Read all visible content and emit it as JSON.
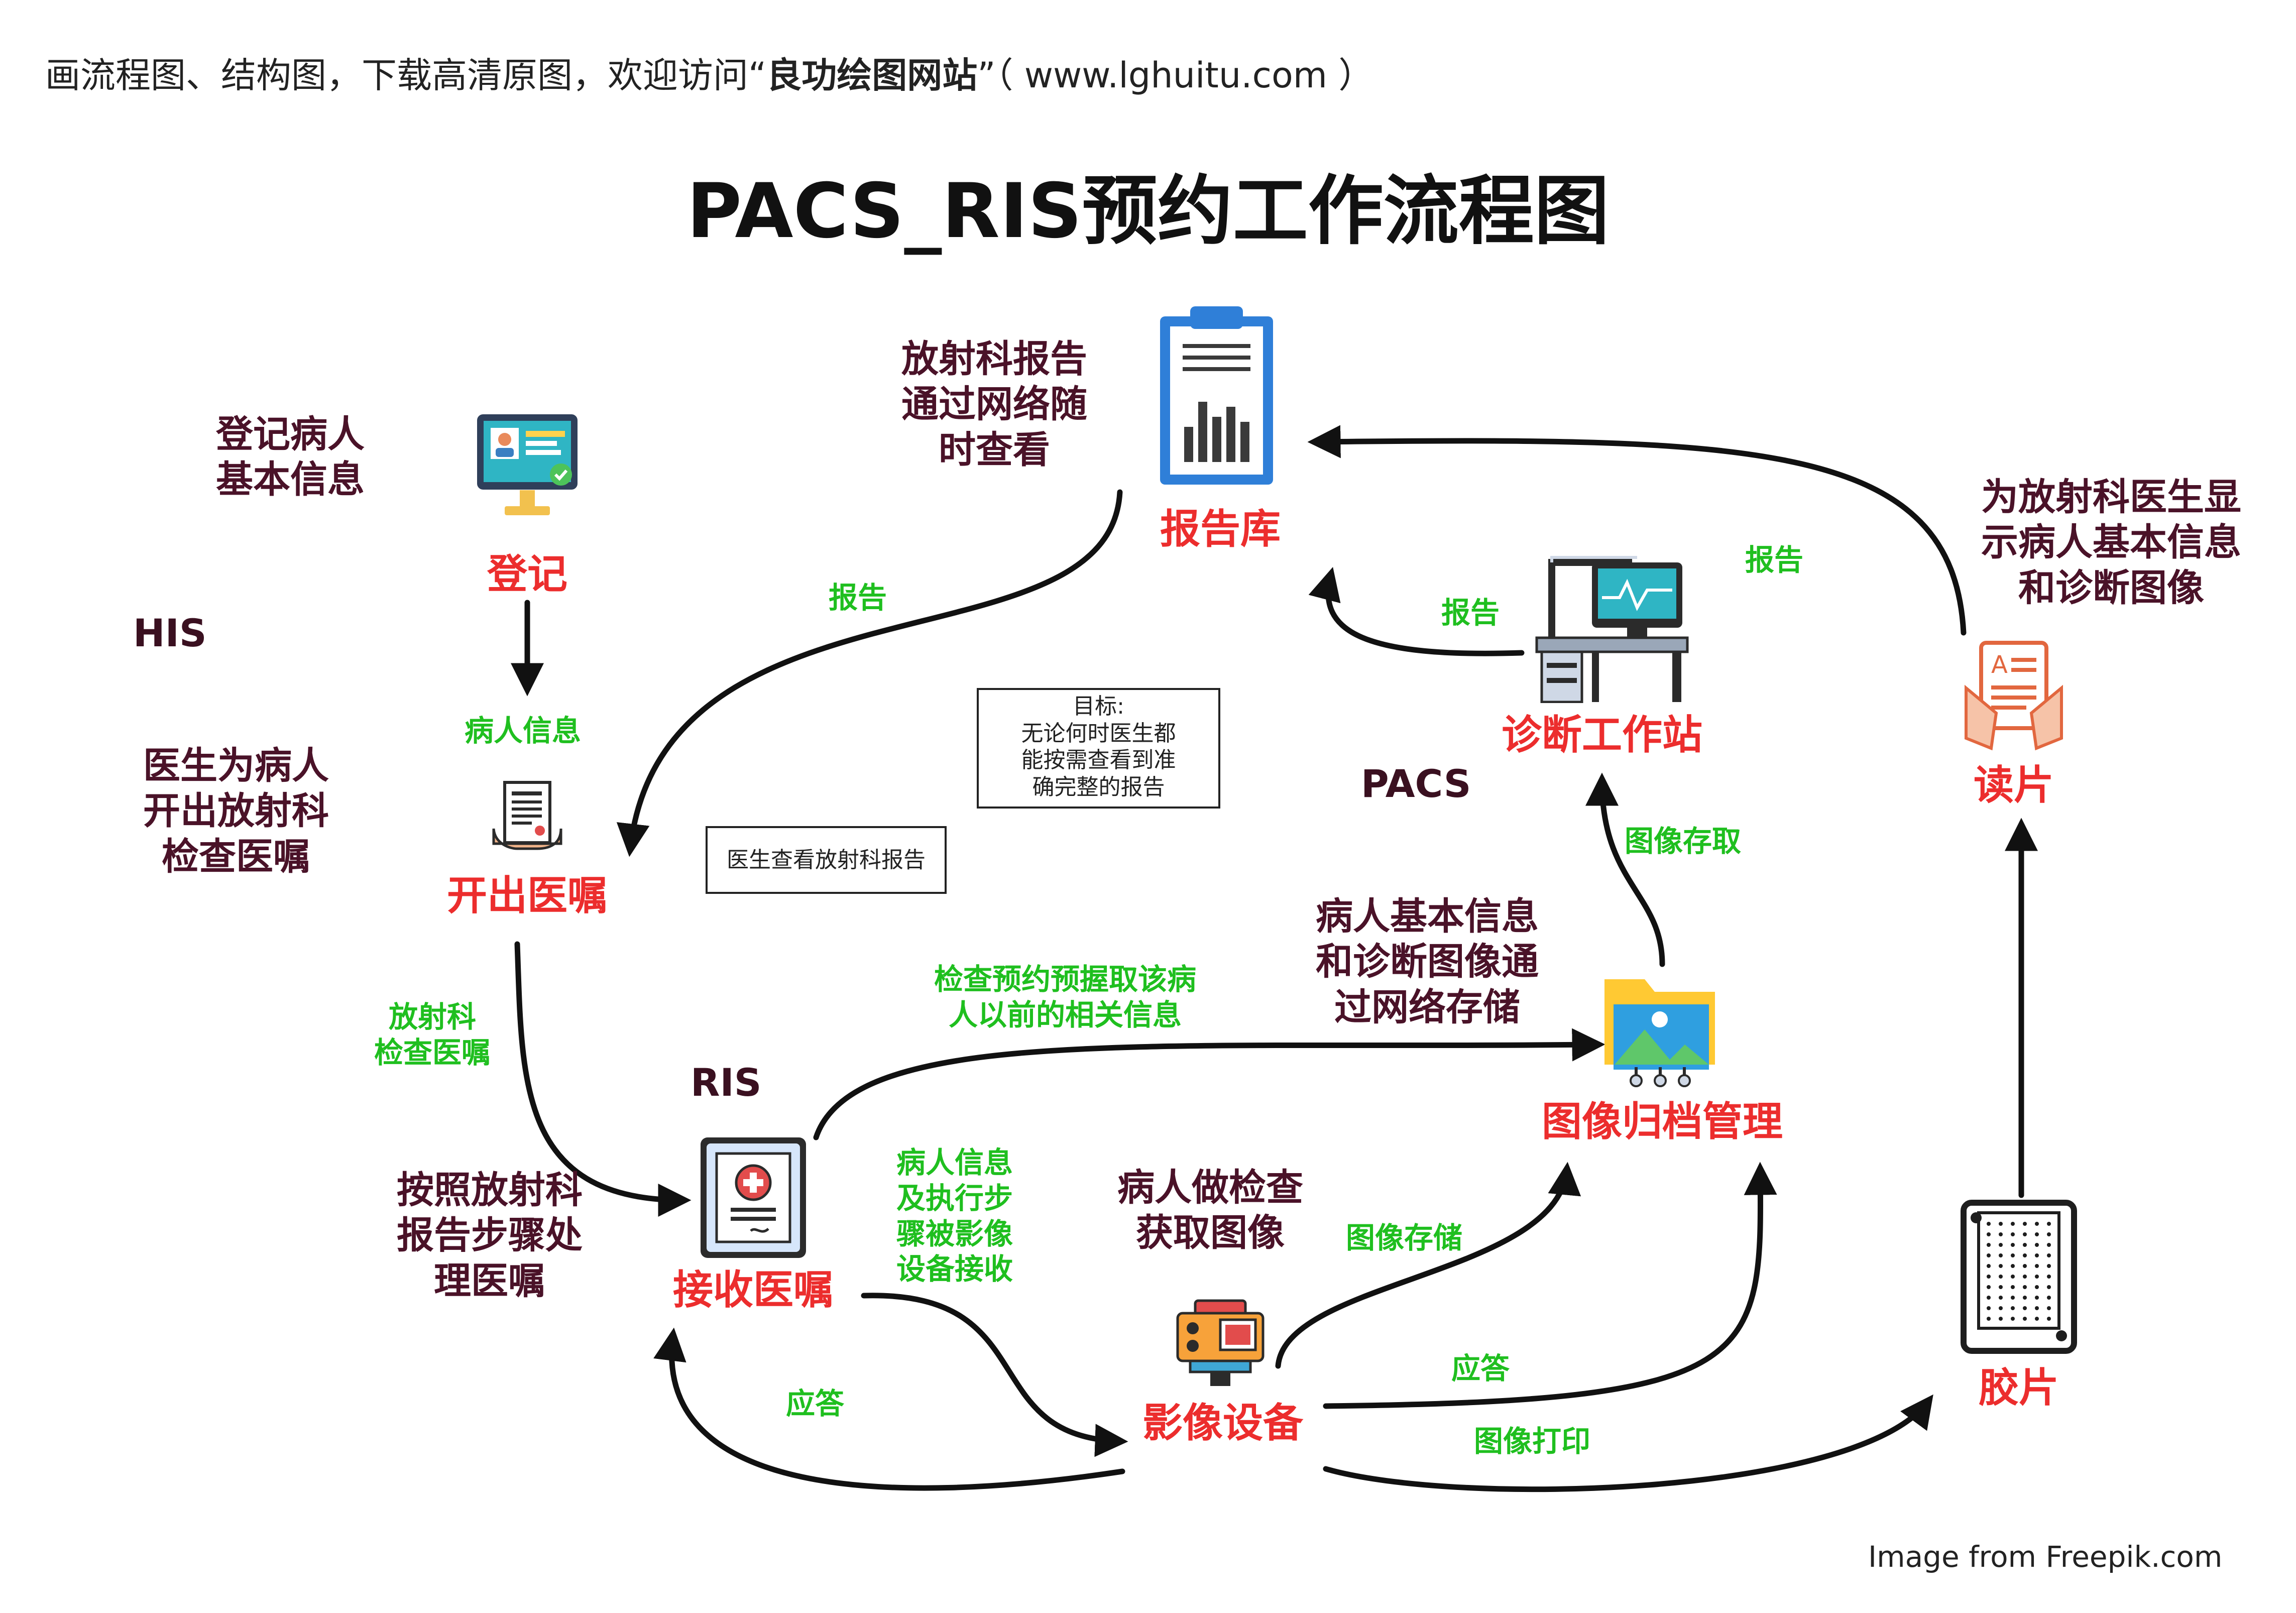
{
  "header": {
    "prefix": "画流程图、结构图，下载高清原图，欢迎访问“",
    "site_name": "良功绘图网站",
    "suffix": "”（ www.lghuitu.com ）"
  },
  "title": "PACS_RIS预约工作流程图",
  "systems": {
    "his": "HIS",
    "ris": "RIS",
    "pacs": "PACS"
  },
  "nodes": {
    "register": "登记",
    "open_order": "开出医嘱",
    "receive_order": "接收医嘱",
    "imaging_device": "影像设备",
    "image_archive": "图像归档管理",
    "workstation": "诊断工作站",
    "report_db": "报告库",
    "reading": "读片",
    "film": "胶片"
  },
  "descriptions": {
    "register_desc": "登记病人\n基本信息",
    "doctor_order_desc": "医生为病人\n开出放射科\n检查医嘱",
    "process_desc": "按照放射科\n报告步骤处\n理医嘱",
    "exam_desc": "病人做检查\n获取图像",
    "storage_desc": "病人基本信息\n和诊断图像通\n过网络存储",
    "report_view_desc": "放射科报告\n通过网络随\n时查看",
    "display_desc": "为放射科医生显\n示病人基本信息\n和诊断图像"
  },
  "edge_labels": {
    "patient_info": "病人信息",
    "radiology_order": "放射科\n检查医嘱",
    "report_to_order": "报告",
    "prefetch": "检查预约预握取该病\n人以前的相关信息",
    "info_steps": "病人信息\n及执行步\n骤被影像\n设备接收",
    "response_left": "应答",
    "image_store": "图像存储",
    "response_right": "应答",
    "image_print": "图像打印",
    "image_access": "图像存取",
    "report_ws": "报告",
    "report_reading": "报告"
  },
  "notes": {
    "goal": "目标:\n无论何时医生都\n能按需查看到准\n确完整的报告",
    "doctor_view": "医生查看放射科报告"
  },
  "credit": "Image from Freepik.com"
}
